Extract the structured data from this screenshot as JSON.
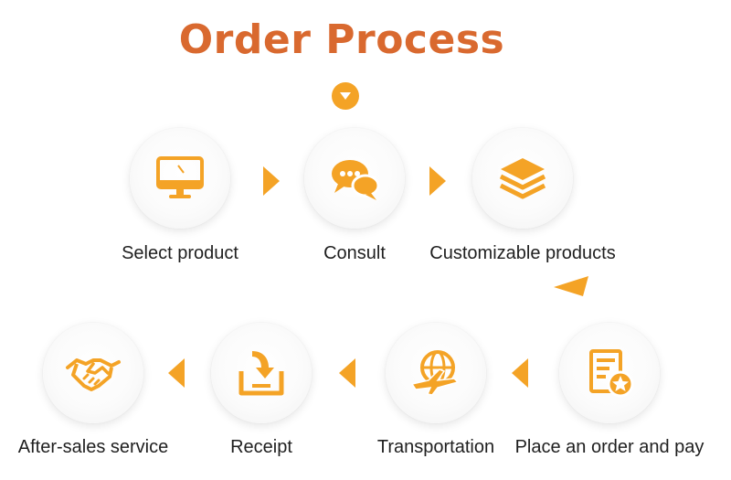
{
  "title": "Order Process",
  "accent_color": "#f4a326",
  "title_color": "#d9692f",
  "steps": [
    {
      "label": "Select product",
      "icon": "monitor-icon"
    },
    {
      "label": "Consult",
      "icon": "chat-bubbles-icon"
    },
    {
      "label": "Customizable products",
      "icon": "layers-icon"
    },
    {
      "label": "Place an order and pay",
      "icon": "order-document-star-icon"
    },
    {
      "label": "Transportation",
      "icon": "globe-airplane-icon"
    },
    {
      "label": "Receipt",
      "icon": "inbox-download-icon"
    },
    {
      "label": "After-sales service",
      "icon": "handshake-icon"
    }
  ]
}
